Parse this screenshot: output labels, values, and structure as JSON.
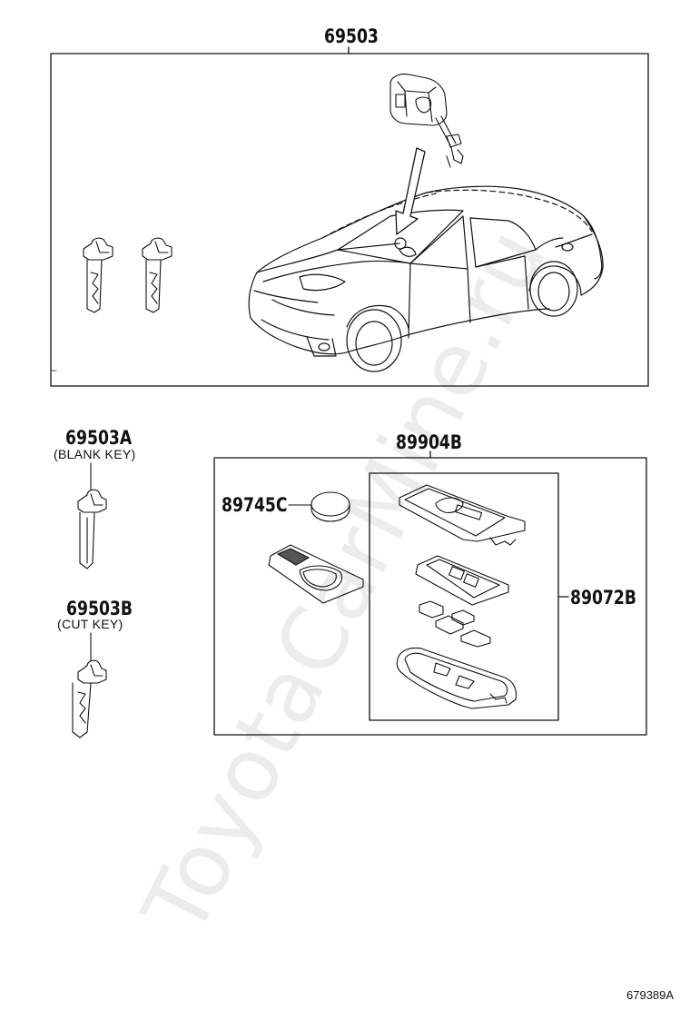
{
  "diagram": {
    "parts": {
      "lock_cylinder_set": {
        "number": "69503"
      },
      "blank_key": {
        "number": "69503A",
        "note": "(BLANK KEY)"
      },
      "cut_key": {
        "number": "69503B",
        "note": "(CUT KEY)"
      },
      "transmitter_assy": {
        "number": "89904B"
      },
      "battery": {
        "number": "89745C"
      },
      "transmitter_housing": {
        "number": "89072B"
      }
    },
    "document_number": "679389A",
    "watermark": "ToyotaCarMine.ru"
  },
  "colors": {
    "line": "#111111",
    "watermark": "#ececec",
    "background": "#ffffff"
  }
}
